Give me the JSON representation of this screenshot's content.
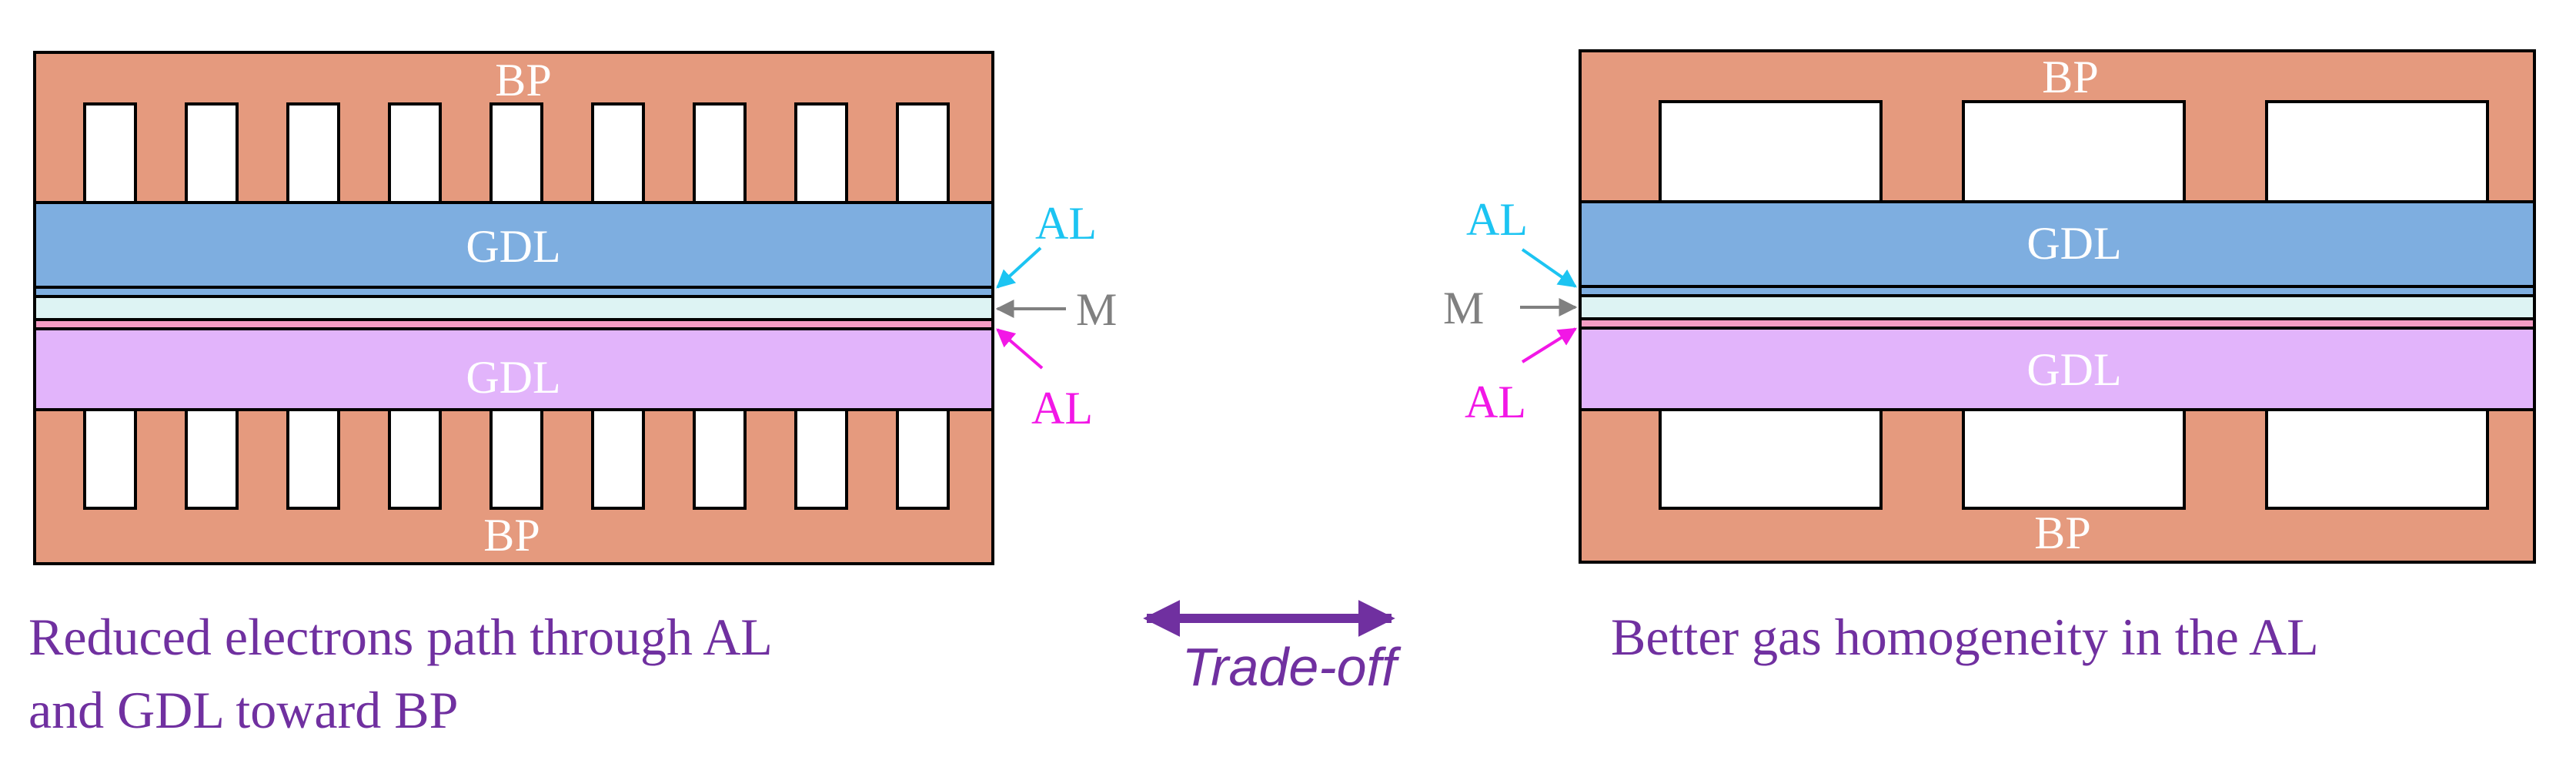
{
  "left_panel": {
    "top_plate": "BP",
    "top_gdl": "GDL",
    "bottom_gdl": "GDL",
    "bottom_plate": "BP",
    "al_top": "AL",
    "membrane": "M",
    "al_bottom": "AL",
    "caption_line1": "Reduced electrons path through AL",
    "caption_line2": "and GDL toward BP"
  },
  "right_panel": {
    "top_plate": "BP",
    "top_gdl": "GDL",
    "bottom_gdl": "GDL",
    "bottom_plate": "BP",
    "al_top": "AL",
    "membrane": "M",
    "al_bottom": "AL",
    "caption": "Better gas homogeneity in the AL"
  },
  "tradeoff": {
    "label": "Trade-off"
  },
  "colors": {
    "bipolar_plate": "#E59A7E",
    "gdl_top": "#7EAEE0",
    "gdl_bottom": "#E2B4FB",
    "membrane": "#DDF3F3",
    "al_top_layer": "#7EAEE0",
    "al_bottom_layer": "#F49CC4",
    "al_top_label": "#1CC4F2",
    "al_bottom_label": "#F217E6",
    "membrane_label": "#808080",
    "caption": "#7030A0",
    "outline": "#000000"
  }
}
